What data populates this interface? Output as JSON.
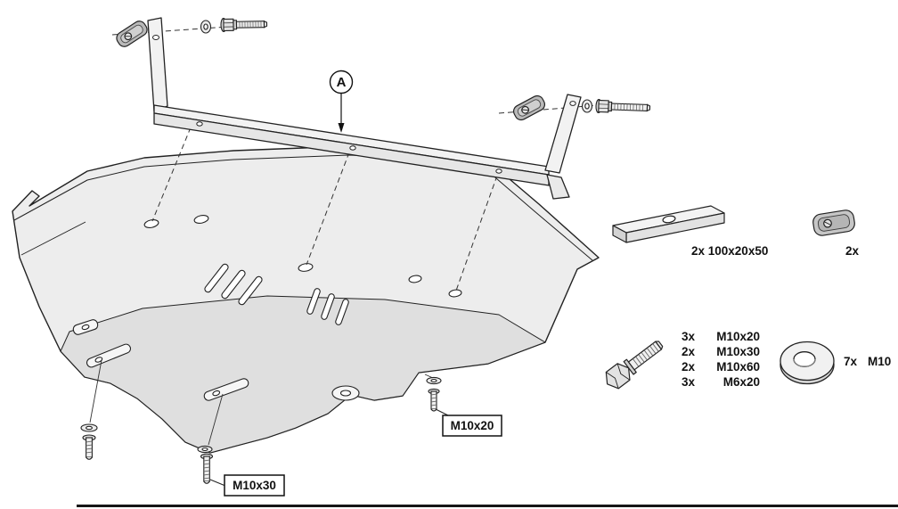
{
  "figure": {
    "section_label": "A",
    "callout_m10x20": "M10x20",
    "callout_m10x30": "M10x30"
  },
  "legend": {
    "spacer": "2x 100x20x50",
    "clip": "2x",
    "bolts": [
      {
        "qty": "3x",
        "size": "M10x20"
      },
      {
        "qty": "2x",
        "size": "M10x30"
      },
      {
        "qty": "2x",
        "size": "M10x60"
      },
      {
        "qty": "3x",
        "size": "M6x20"
      }
    ],
    "washer_qty": "7x",
    "washer_size": "M10"
  },
  "colors": {
    "line": "#222222",
    "plate_light": "#ededed",
    "plate_dark": "#dfdfdf",
    "clip_fill": "#b9b9b9"
  }
}
